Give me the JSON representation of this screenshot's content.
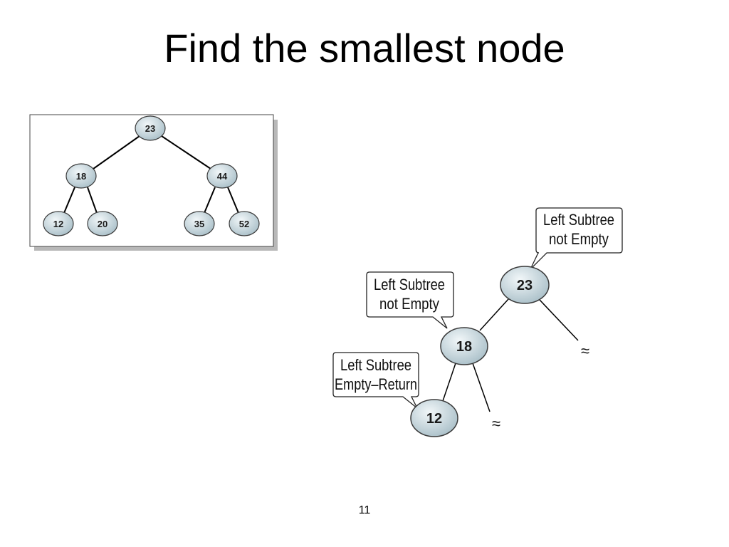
{
  "slide": {
    "title": "Find the smallest node",
    "page_number": "11"
  },
  "small_tree": {
    "nodes": {
      "root": "23",
      "left": "18",
      "right": "44",
      "left_left": "12",
      "left_right": "20",
      "right_left": "35",
      "right_right": "52"
    }
  },
  "traversal": {
    "nodes": {
      "root": "23",
      "middle": "18",
      "bottom": "12"
    },
    "callouts": {
      "root": [
        "Left Subtree",
        "not Empty"
      ],
      "middle": [
        "Left Subtree",
        "not Empty"
      ],
      "bottom": [
        "Left Subtree",
        "Empty–Return"
      ]
    },
    "omitted_subtree_symbol": "≈"
  },
  "colors": {
    "node_fill_light": "#e8f0f3",
    "node_fill_dark": "#a9bfc8",
    "node_stroke": "#3a3a3a",
    "panel_shadow": "#b8b8b8"
  }
}
